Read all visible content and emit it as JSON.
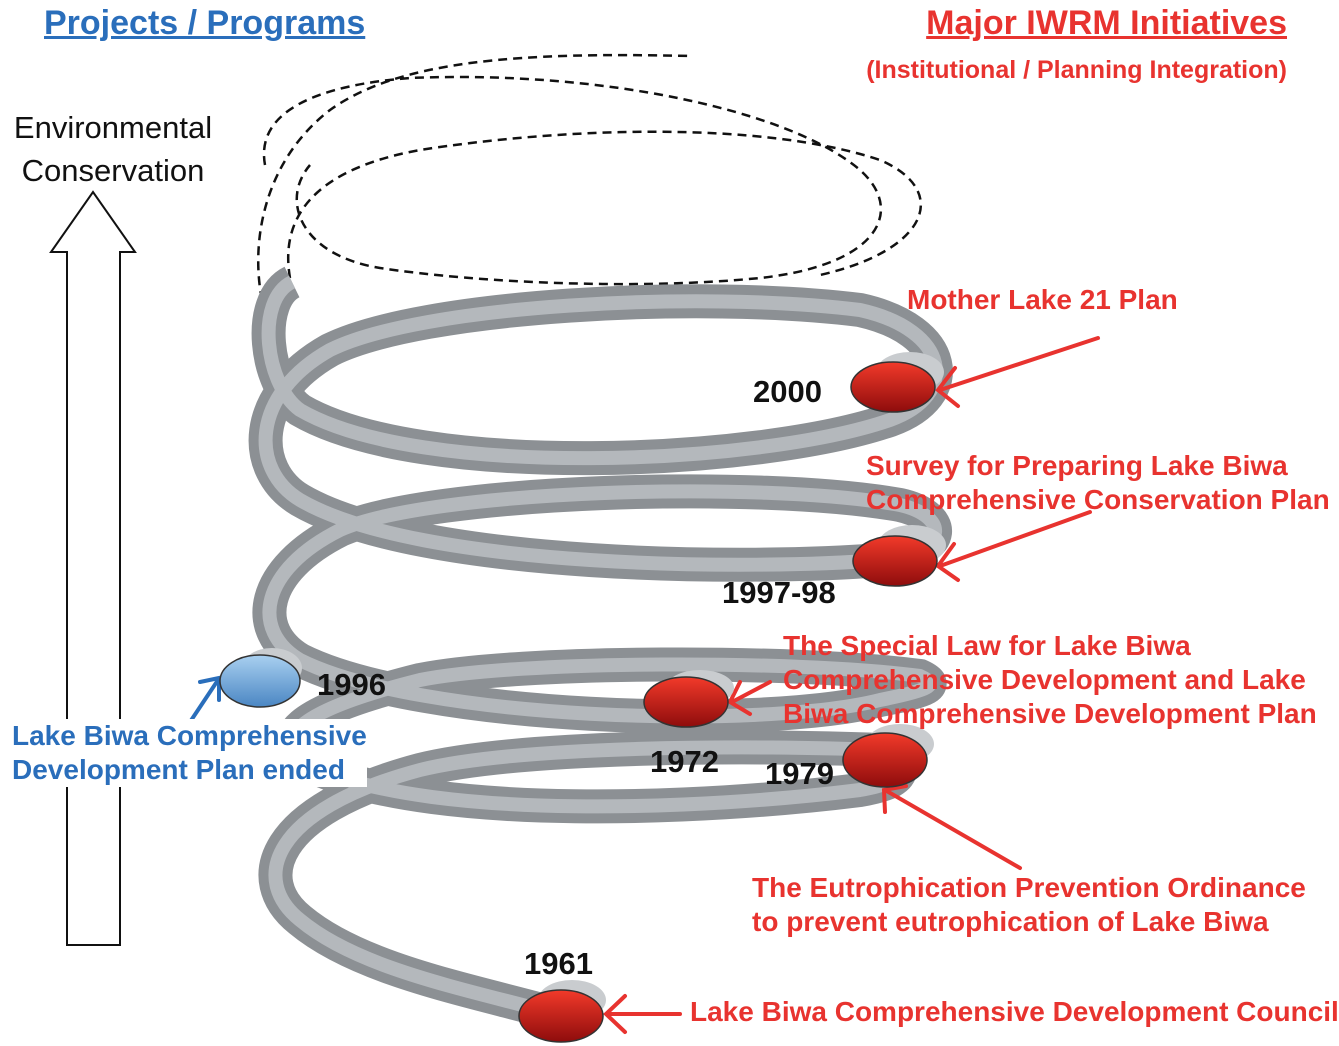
{
  "headers": {
    "left": "Projects / Programs",
    "right": "Major IWRM Initiatives",
    "right_sub": "(Institutional / Planning Integration)"
  },
  "axis": {
    "line1": "Environmental",
    "line2": "Conservation"
  },
  "milestones": [
    {
      "year": "2000",
      "event": [
        "Mother Lake 21 Plan"
      ],
      "type": "IWRM",
      "color": "#cc1f1f"
    },
    {
      "year": "1997-98",
      "event": [
        "Survey for Preparing Lake Biwa",
        "Comprehensive Conservation Plan"
      ],
      "type": "IWRM",
      "color": "#cc1f1f"
    },
    {
      "year": "1996",
      "event": [
        "Lake Biwa Comprehensive",
        "Development Plan ended"
      ],
      "type": "Project",
      "color": "#6aa6d8"
    },
    {
      "year": "1972",
      "event": [
        "The Special Law for Lake Biwa",
        "Comprehensive Development and Lake",
        "Biwa Comprehensive Development Plan"
      ],
      "type": "IWRM",
      "color": "#cc1f1f"
    },
    {
      "year": "1979",
      "event": [
        "The Eutrophication Prevention Ordinance",
        "to prevent eutrophication of Lake Biwa"
      ],
      "type": "IWRM",
      "color": "#cc1f1f"
    },
    {
      "year": "1961",
      "event": [
        "Lake Biwa Comprehensive Development Council"
      ],
      "type": "IWRM",
      "color": "#cc1f1f"
    }
  ],
  "colors": {
    "iwrm": "#e8332f",
    "project": "#2a6ebb",
    "spiral": "#8c9094"
  }
}
